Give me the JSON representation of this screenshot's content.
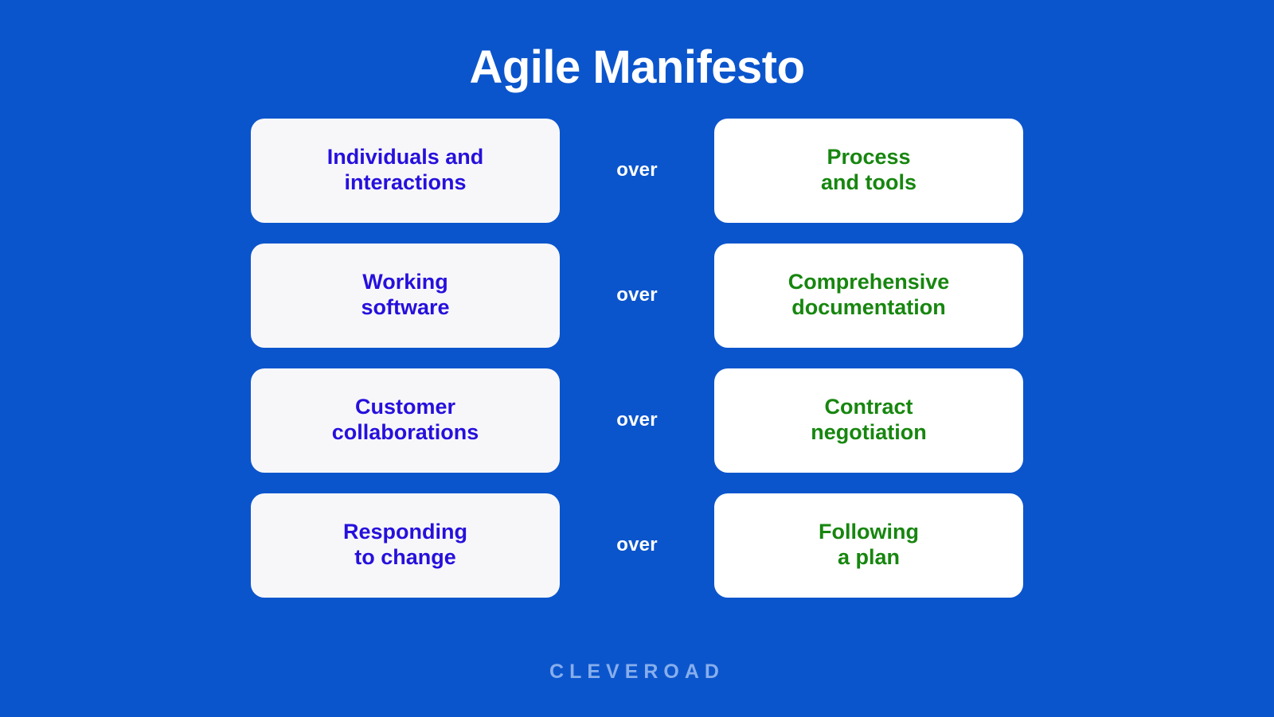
{
  "slide": {
    "title": "Agile Manifesto",
    "background_color": "#0b55cc",
    "left_card_bg": "#f7f7fa",
    "right_card_bg": "#ffffff",
    "left_text_color": "#2610dc",
    "right_text_color": "#17860f",
    "connector_label": "over"
  },
  "rows": [
    {
      "left": "Individuals and\ninteractions",
      "connector": "over",
      "right": "Process\nand tools"
    },
    {
      "left": "Working\nsoftware",
      "connector": "over",
      "right": "Comprehensive\ndocumentation"
    },
    {
      "left": "Customer\ncollaborations",
      "connector": "over",
      "right": "Contract\nnegotiation"
    },
    {
      "left": "Responding\nto change",
      "connector": "over",
      "right": "Following\na plan"
    }
  ],
  "footer": {
    "brand": "CLEVEROAD",
    "brand_color": "#87aeec"
  }
}
